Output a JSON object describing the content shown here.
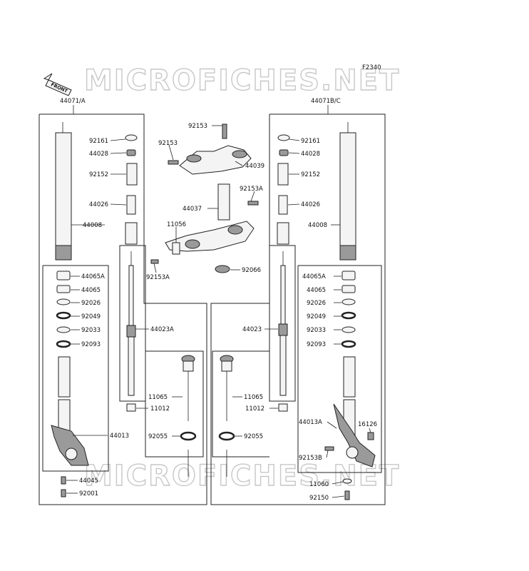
{
  "ref_code": "F2340",
  "watermark": "MICROFICHES.NET",
  "front_label": "FRONT",
  "assembly_left": "44071/A",
  "assembly_right": "44071B/C",
  "labels": {
    "p92161": "92161",
    "p44028": "44028",
    "p92152": "92152",
    "p44026": "44026",
    "p44008": "44008",
    "p44065A": "44065A",
    "p44065": "44065",
    "p92026": "92026",
    "p92049": "92049",
    "p92033": "92033",
    "p92093": "92093",
    "p44013": "44013",
    "p44013A": "44013A",
    "p44045": "44045",
    "p92001": "92001",
    "p44023A": "44023A",
    "p44023": "44023",
    "p11065": "11065",
    "p11012": "11012",
    "p92055": "92055",
    "p92153": "92153",
    "p44039": "44039",
    "p92153A": "92153A",
    "p44037": "44037",
    "p11056": "11056",
    "p92066": "92066",
    "p16126": "16126",
    "p92153B": "92153B",
    "p11060": "11060",
    "p92150": "92150"
  }
}
